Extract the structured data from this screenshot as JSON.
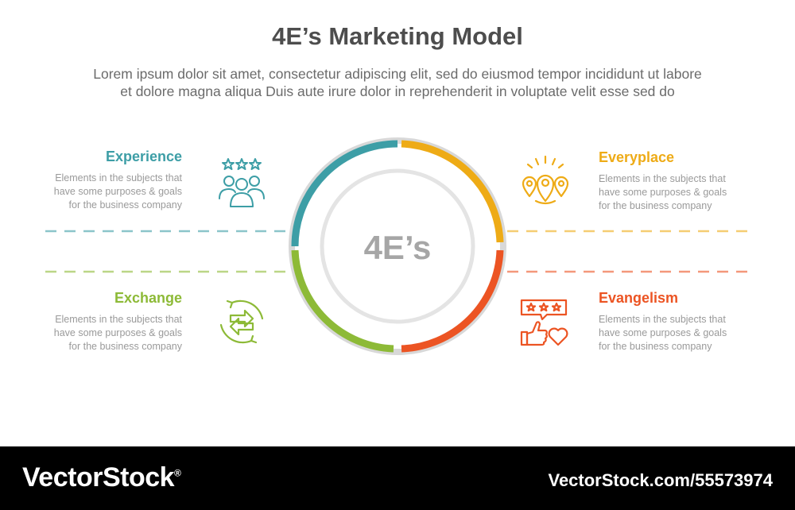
{
  "title": "4E’s Marketing Model",
  "subtitle": {
    "line1": "Lorem ipsum dolor sit amet, consectetur adipiscing elit, sed do eiusmod tempor incididunt ut labore",
    "line2": "et dolore magna aliqua Duis aute irure dolor in reprehenderit in voluptate velit esse sed do"
  },
  "center_label": "4E’s",
  "colors": {
    "experience": "#3d9ea6",
    "everyplace": "#eeab16",
    "exchange": "#8dba37",
    "evangelism": "#ec5423",
    "ring_base": "#d8d8d8",
    "center_text": "#a6a6a6"
  },
  "items": [
    {
      "key": "experience",
      "title": "Experience",
      "icon": "people-stars-icon",
      "desc": [
        "Elements in the subjects that",
        "have  some purposes & goals",
        "for the  business company"
      ]
    },
    {
      "key": "everyplace",
      "title": "Everyplace",
      "icon": "location-pins-icon",
      "desc": [
        "Elements in the subjects that",
        "have  some purposes & goals",
        "for the  business company"
      ]
    },
    {
      "key": "exchange",
      "title": "Exchange",
      "icon": "exchange-arrows-icon",
      "desc": [
        "Elements in the subjects that",
        "have  some purposes & goals",
        "for the  business company"
      ]
    },
    {
      "key": "evangelism",
      "title": "Evangelism",
      "icon": "review-thumbs-up-icon",
      "desc": [
        "Elements in the subjects that",
        "have  some purposes & goals",
        "for the  business company"
      ]
    }
  ],
  "footer": {
    "brand": "VectorStock",
    "registered": "®",
    "url": "VectorStock.com/55573974"
  }
}
